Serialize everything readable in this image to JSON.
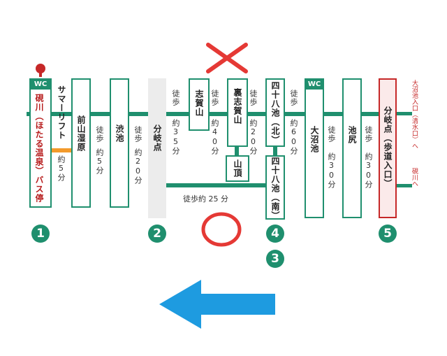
{
  "stations": {
    "s1": {
      "wc": "WC",
      "name": "硯川（ほたる温泉）バス停",
      "number": "1"
    },
    "summer_lift": "サマーリフト",
    "maeyama": "前山湿原",
    "shibuike": "渋池",
    "s2": {
      "name": "分岐点",
      "number": "2"
    },
    "shigayama": "志賀山",
    "urashiga": "裏志賀山",
    "sancho": "山頂",
    "yonju_kita": "四十八池（北）",
    "yonju_minami": "四十八池（南）",
    "s3": {
      "number": "3"
    },
    "s4": {
      "number": "4"
    },
    "onuma": {
      "wc": "WC",
      "name": "大沼池"
    },
    "ikejiri": "池尻",
    "s5": {
      "name": "分岐点（歩道入口）",
      "number": "5"
    }
  },
  "walks": {
    "w_lift": "約5分",
    "w_maeyama": {
      "label": "徒歩",
      "time": "約5分"
    },
    "w_shibuike": {
      "label": "徒歩",
      "time": "約20分"
    },
    "w_shiga": {
      "label": "徒歩",
      "time": "約35分"
    },
    "w_ura": {
      "label": "徒歩",
      "time": "約40分"
    },
    "w_yonju": {
      "label": "徒歩",
      "time": "約20分"
    },
    "w_onuma": {
      "label": "徒歩",
      "time": "約60分"
    },
    "w_ikejiri": {
      "label": "徒歩",
      "time": "約30分"
    },
    "w_s5": {
      "label": "徒歩",
      "time": "約30分"
    },
    "bottom": "徒歩約 25 分"
  },
  "side_notes": {
    "upper": "大沼池入口（清水口）へ",
    "lower": "硯川へ"
  },
  "marks": {
    "cross": "✕",
    "circle": "◯"
  },
  "colors": {
    "green": "#1f8f6e",
    "red": "#c62828",
    "orange": "#f39a2b",
    "arrow": "#1e9be0"
  }
}
